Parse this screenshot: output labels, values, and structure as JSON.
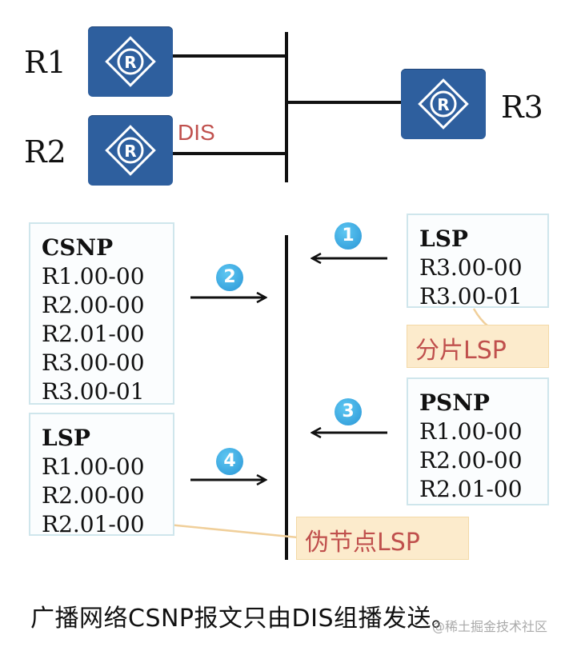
{
  "routers": {
    "r1": {
      "label": "R1"
    },
    "r2": {
      "label": "R2",
      "role": "DIS"
    },
    "r3": {
      "label": "R3"
    }
  },
  "router_icon": "router-r-icon",
  "steps": [
    "1",
    "2",
    "3",
    "4"
  ],
  "packets": {
    "csnp": {
      "title": "CSNP",
      "entries": [
        "R1.00-00",
        "R2.00-00",
        "R2.01-00",
        "R3.00-00",
        "R3.00-01"
      ]
    },
    "lsp_left": {
      "title": "LSP",
      "entries": [
        "R1.00-00",
        "R2.00-00",
        "R2.01-00"
      ]
    },
    "lsp_right": {
      "title": "LSP",
      "entries": [
        "R3.00-00",
        "R3.00-01"
      ]
    },
    "psnp": {
      "title": "PSNP",
      "entries": [
        "R1.00-00",
        "R2.00-00",
        "R2.01-00"
      ]
    }
  },
  "tags": {
    "fragment": "分片LSP",
    "pseudonode": "伪节点LSP"
  },
  "caption": "广播网络CSNP报文只由DIS组播发送。",
  "watermark": "@稀土掘金技术社区",
  "colors": {
    "router": "#2e5f9e",
    "dis": "#c0504d",
    "step": "#2a96d6",
    "tag_bg": "#fcebcc",
    "box_border": "#cfe6ec"
  }
}
